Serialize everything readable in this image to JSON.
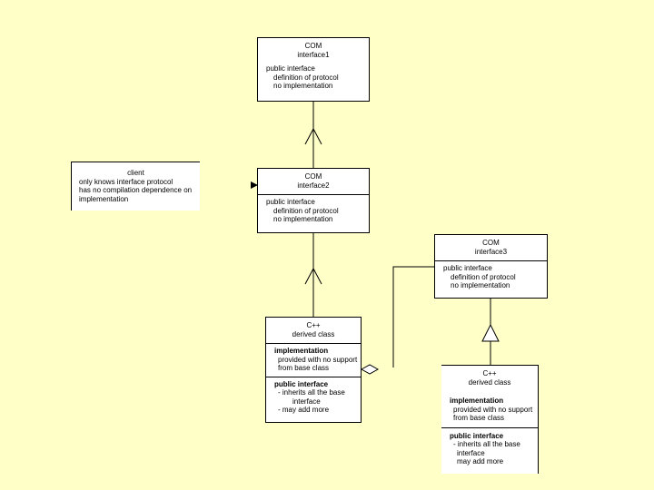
{
  "interface1": {
    "stereotype": "COM",
    "name": "interface1",
    "section_title": "public interface",
    "line1": "definition of protocol",
    "line2": "no implementation"
  },
  "interface2": {
    "stereotype": "COM",
    "name": "interface2",
    "section_title": "public interface",
    "line1": "definition of protocol",
    "line2": "no implementation"
  },
  "interface3": {
    "stereotype": "COM",
    "name": "interface3",
    "section_title": "public interface",
    "line1": "definition of protocol",
    "line2": "no implementation"
  },
  "client": {
    "title": "client",
    "line1": "only knows interface protocol",
    "line2": "has no compilation dependence on",
    "line3": "implementation"
  },
  "derived1": {
    "stereotype": "C++",
    "name": "derived class",
    "impl_title": "implementation",
    "impl_line1": "provided with no support",
    "impl_line2": "from base class",
    "pub_title": "public interface",
    "pub_line1": "- inherits all the base",
    "pub_line2": "interface",
    "pub_line3": "- may add more"
  },
  "derived2": {
    "stereotype": "C++",
    "name": "derived class",
    "impl_title": "implementation",
    "impl_line1": "provided with no support",
    "impl_line2": "from base class",
    "pub_title": "public interface",
    "pub_line1": "- inherits all the base",
    "pub_line2": "interface",
    "pub_line3": "may add more"
  },
  "colors": {
    "background": "#ffffc8",
    "box_fill": "#ffffff",
    "line": "#000000"
  }
}
